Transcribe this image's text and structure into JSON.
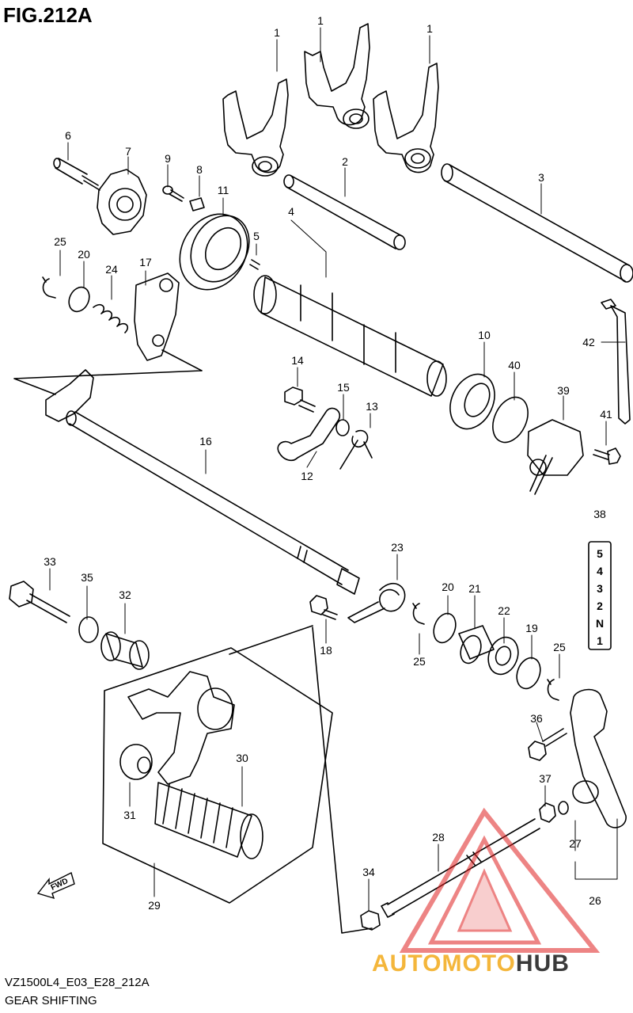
{
  "title": "FIG.212A",
  "footer": {
    "code": "VZ1500L4_E03_E28_212A",
    "name": "GEAR SHIFTING"
  },
  "watermark": {
    "part1": "AUTOMOTO",
    "part2": "HUB",
    "color_accent": "#f4b63b",
    "color_dark": "#3a3a3a",
    "triangle_color": "#e02020"
  },
  "part_numbers": {
    "p1a": "1",
    "p1b": "1",
    "p1c": "1",
    "p2": "2",
    "p3": "3",
    "p4": "4",
    "p5": "5",
    "p6": "6",
    "p7": "7",
    "p8": "8",
    "p9": "9",
    "p10": "10",
    "p11": "11",
    "p12": "12",
    "p13": "13",
    "p14": "14",
    "p15": "15",
    "p16": "16",
    "p17": "17",
    "p18": "18",
    "p19": "19",
    "p20a": "20",
    "p20b": "20",
    "p21": "21",
    "p22": "22",
    "p23": "23",
    "p24": "24",
    "p25a": "25",
    "p25b": "25",
    "p25c": "25",
    "p26": "26",
    "p27": "27",
    "p28": "28",
    "p29": "29",
    "p30": "30",
    "p31": "31",
    "p32": "32",
    "p33": "33",
    "p34": "34",
    "p35": "35",
    "p36": "36",
    "p37": "37",
    "p38": "38",
    "p39": "39",
    "p40": "40",
    "p41": "41",
    "p42": "42"
  },
  "gear_indicator": [
    "5",
    "4",
    "3",
    "2",
    "N",
    "1"
  ],
  "fwd_label": "FWD"
}
